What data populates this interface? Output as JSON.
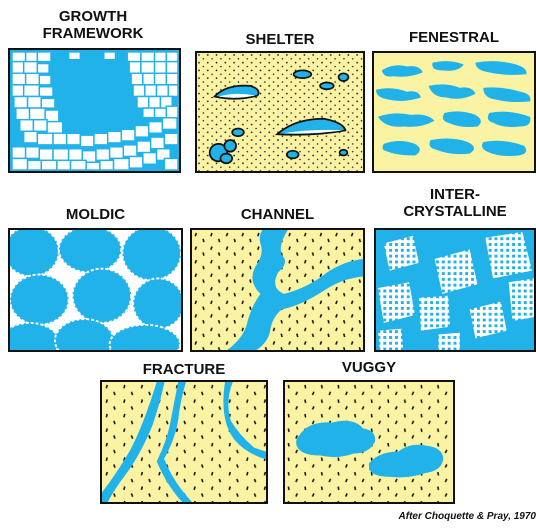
{
  "labels": {
    "growth_framework_1": "GROWTH",
    "growth_framework_2": "FRAMEWORK",
    "shelter": "SHELTER",
    "fenestral": "FENESTRAL",
    "moldic": "MOLDIC",
    "channel": "CHANNEL",
    "intercrystalline_1": "INTER-",
    "intercrystalline_2": "CRYSTALLINE",
    "fracture": "FRACTURE",
    "vuggy": "VUGGY"
  },
  "credit": "After Choquette & Pray, 1970",
  "colors": {
    "pore": "#22b2ea",
    "matrix": "#fbf3a4",
    "outline": "#111111",
    "grain": "#ffffff"
  }
}
